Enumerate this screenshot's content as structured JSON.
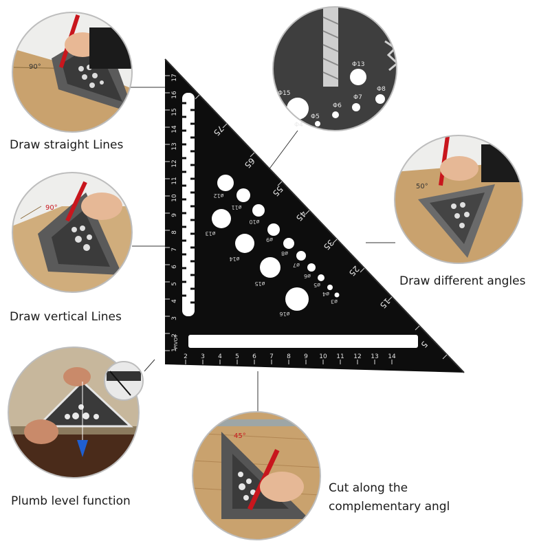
{
  "captions": {
    "straight": "Draw straight Lines",
    "vertical": "Draw vertical Lines",
    "angles": "Draw different angles",
    "plumb": "Plumb level function",
    "cut_line1": "Cut along the",
    "cut_line2": "complementary angl"
  },
  "insets": {
    "straight_angle": "90°",
    "vertical_angle": "90°",
    "angles_angle": "50°",
    "cut_angle": "45°"
  },
  "drill_holes": [
    "Φ13",
    "Φ15",
    "Φ8",
    "Φ7",
    "Φ6",
    "Φ5",
    "Φ4"
  ],
  "square": {
    "pivot_label": "PIVOT",
    "left_scale": [
      "17",
      "16",
      "15",
      "14",
      "13",
      "12",
      "11",
      "10",
      "9",
      "8",
      "7",
      "6",
      "5",
      "4",
      "3",
      "2",
      "1"
    ],
    "bottom_scale": [
      "2",
      "3",
      "4",
      "5",
      "6",
      "7",
      "8",
      "9",
      "10",
      "11",
      "12",
      "13",
      "14"
    ],
    "degree_scale": [
      "75",
      "65",
      "55",
      "45",
      "35",
      "25",
      "15",
      "5"
    ],
    "hole_labels": [
      "ø12",
      "ø11",
      "ø10",
      "ø13",
      "ø9",
      "ø8",
      "ø14",
      "ø7",
      "ø6",
      "ø15",
      "ø5",
      "ø4",
      "ø3",
      "ø16"
    ]
  },
  "colors": {
    "square": "#0d0d0d",
    "pencil": "#c8161d",
    "wood": "#c9a26e",
    "plumb_arrow": "#1f5fd1"
  }
}
